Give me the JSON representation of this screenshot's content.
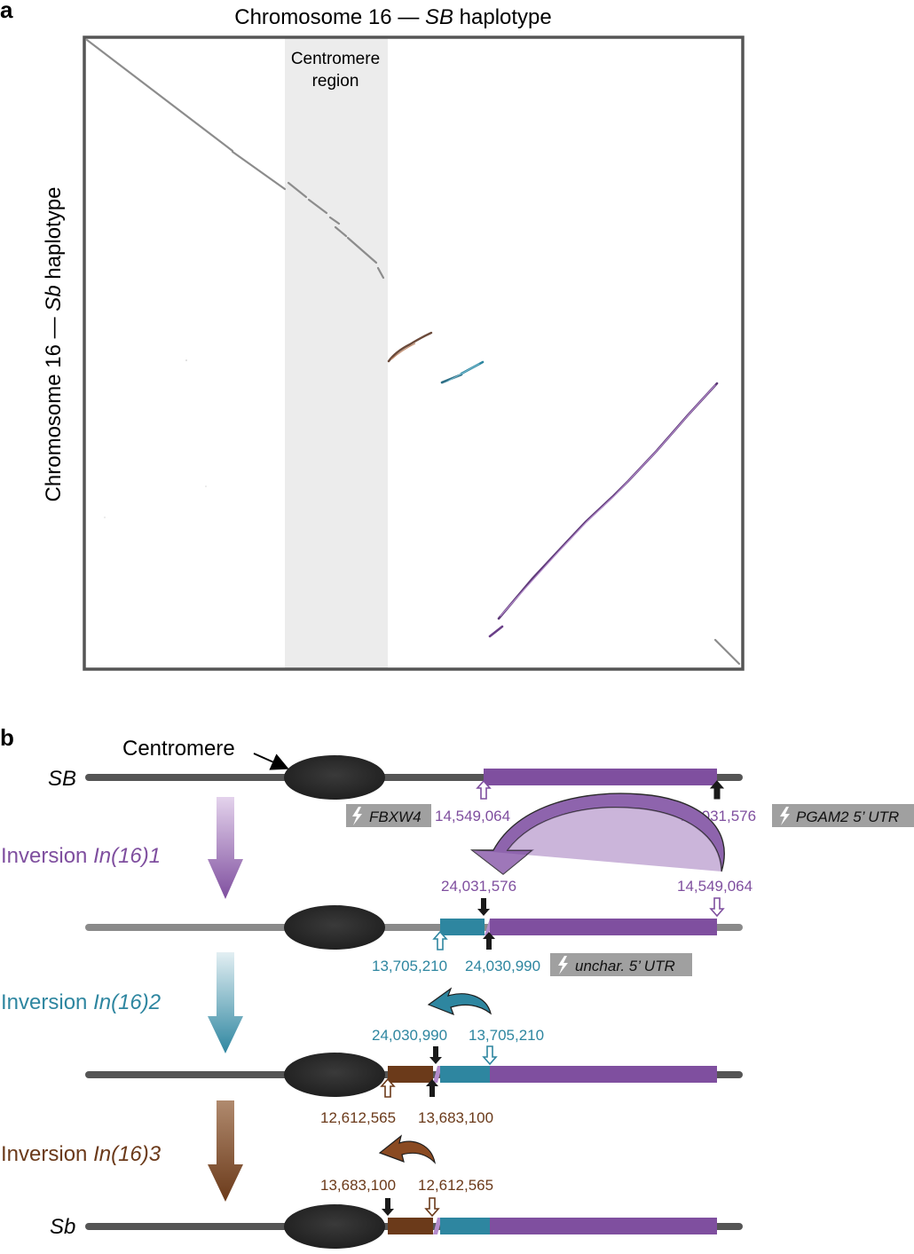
{
  "panel_a": {
    "letter": "a",
    "title_pre": "Chromosome 16 — ",
    "title_italic": "SB",
    "title_post": " haplotype",
    "ylabel_pre": "Chromosome 16 — ",
    "ylabel_italic": "Sb",
    "ylabel_post": " haplotype",
    "centromere_line1": "Centromere",
    "centromere_line2": "region"
  },
  "panel_b": {
    "letter": "b",
    "centromere_label": "Centromere",
    "sb_upper": "SB",
    "sb_lower": "Sb",
    "inv1_pre": "Inversion ",
    "inv1_italic": "In(16)1",
    "inv2_pre": "Inversion ",
    "inv2_italic": "In(16)2",
    "inv3_pre": "Inversion ",
    "inv3_italic": "In(16)3",
    "gene_fbxw4": "FBXW4",
    "gene_pgam2": "PGAM2 5’ UTR",
    "gene_unchar": "unchar. 5’ UTR",
    "row1_left_pos": "14,549,064",
    "row1_right_pos": "24,031,576",
    "row2_top_left": "24,031,576",
    "row2_top_right": "14,549,064",
    "row2_bot_left": "13,705,210",
    "row2_bot_right": "24,030,990",
    "row3_top_left": "24,030,990",
    "row3_top_right": "13,705,210",
    "row3_bot_left": "12,612,565",
    "row3_bot_right": "13,683,100",
    "row4_top_left": "13,683,100",
    "row4_top_right": "12,612,565"
  },
  "colors": {
    "purple": "#7f4f9f",
    "teal": "#2e86a0",
    "brown": "#6b3a1a",
    "centromere": "#2b2b2b",
    "gene_box": "#a0a0a0",
    "shade": "#ececec"
  }
}
